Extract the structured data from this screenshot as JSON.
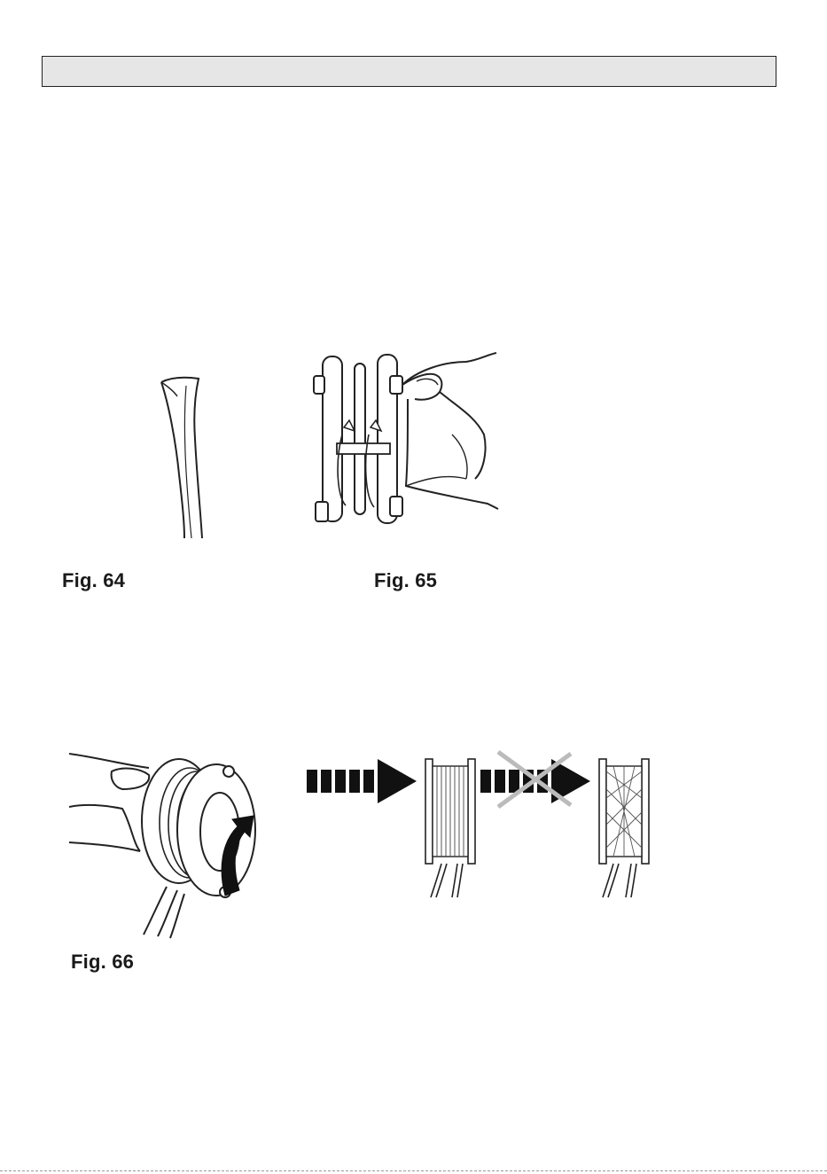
{
  "page": {
    "header_text": "",
    "figures": [
      {
        "id": "fig64",
        "label": "Fig. 64",
        "icon": "trimmer-line-end-icon"
      },
      {
        "id": "fig65",
        "label": "Fig. 65",
        "icon": "hand-holding-spool-icon"
      },
      {
        "id": "fig66",
        "label": "Fig. 66",
        "icon": "hand-rotating-spool-icon"
      }
    ],
    "winding_diagram": {
      "correct_icon": "correct-winding-spool-icon",
      "incorrect_icon": "incorrect-winding-spool-icon",
      "arrow_icon": "dashed-arrow-icon",
      "cross_icon": "cross-out-icon"
    },
    "colors": {
      "header_fill": "#e6e6e6",
      "line": "#222222",
      "arrow": "#111111",
      "cross": "#bbbbbb"
    }
  }
}
